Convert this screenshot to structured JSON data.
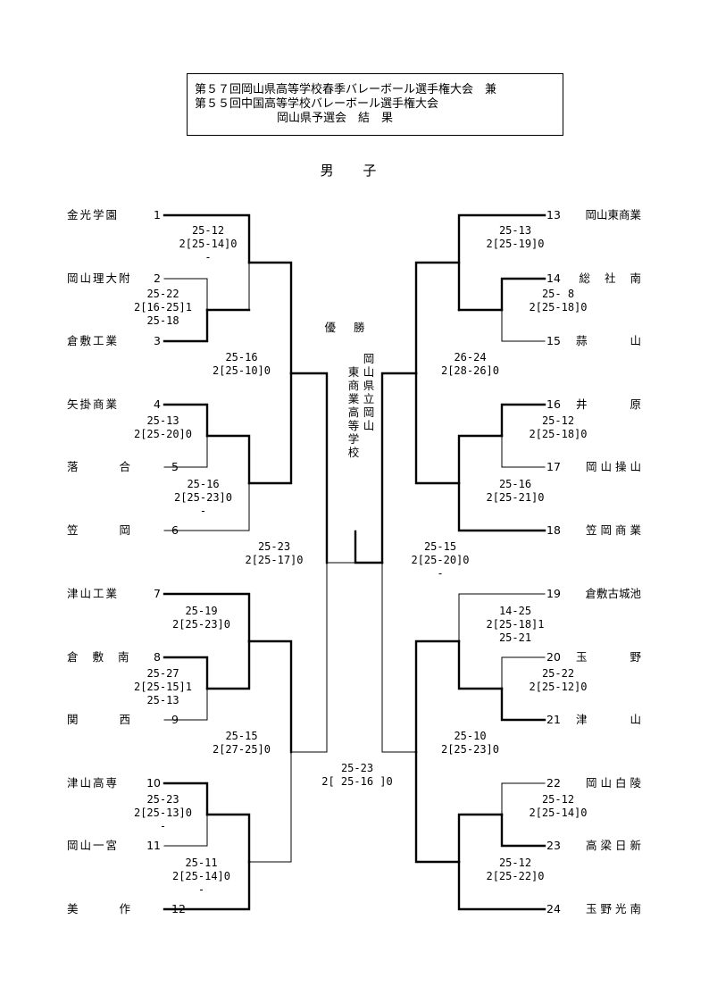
{
  "header": {
    "line1": "第５７回岡山県高等学校春季バレーボール選手権大会　兼",
    "line2": "第５５回中国高等学校バレーボール選手権大会",
    "line3": "岡山県予選会　結　果"
  },
  "division": "男 子",
  "champion": {
    "label": "優 勝",
    "col1": "岡山県立岡山",
    "col2": "東商業高等学校"
  },
  "left_teams": [
    {
      "name": "金光学園",
      "seed": "1"
    },
    {
      "name": "岡山理大附",
      "seed": "2"
    },
    {
      "name": "倉敷工業",
      "seed": "3"
    },
    {
      "name": "矢掛商業",
      "seed": "4"
    },
    {
      "name": "落合",
      "seed": "5"
    },
    {
      "name": "笠岡",
      "seed": "6"
    },
    {
      "name": "津山工業",
      "seed": "7"
    },
    {
      "name": "倉敷南",
      "seed": "8"
    },
    {
      "name": "関西",
      "seed": "9"
    },
    {
      "name": "津山高専",
      "seed": "10"
    },
    {
      "name": "岡山一宮",
      "seed": "11"
    },
    {
      "name": "美作",
      "seed": "12"
    }
  ],
  "right_teams": [
    {
      "name": "岡山東商業",
      "seed": "13"
    },
    {
      "name": "総社南",
      "seed": "14"
    },
    {
      "name": "蒜山",
      "seed": "15"
    },
    {
      "name": "井原",
      "seed": "16"
    },
    {
      "name": "岡山操山",
      "seed": "17"
    },
    {
      "name": "笠岡商業",
      "seed": "18"
    },
    {
      "name": "倉敷古城池",
      "seed": "19"
    },
    {
      "name": "玉野",
      "seed": "20"
    },
    {
      "name": "津山",
      "seed": "21"
    },
    {
      "name": "岡山白陵",
      "seed": "22"
    },
    {
      "name": "高梁日新",
      "seed": "23"
    },
    {
      "name": "玉野光南",
      "seed": "24"
    }
  ],
  "scores": {
    "l1": [
      "25-12",
      "2[25-14]0",
      "-"
    ],
    "l2": [
      "25-22",
      "2[16-25]1",
      "25-18"
    ],
    "l3": [
      "25-16",
      "2[25-10]0"
    ],
    "l4": [
      "25-13",
      "2[25-20]0"
    ],
    "l5": [
      "25-16",
      "2[25-23]0",
      "-"
    ],
    "l6": [
      "25-23",
      "2[25-17]0"
    ],
    "l7": [
      "25-19",
      "2[25-23]0"
    ],
    "l8": [
      "25-27",
      "2[25-15]1",
      "25-13"
    ],
    "l9": [
      "25-15",
      "2[27-25]0"
    ],
    "l10": [
      "25-23",
      "2[25-13]0",
      "-"
    ],
    "l11": [
      "25-11",
      "2[25-14]0",
      "-"
    ],
    "final": [
      "25-23",
      "2[ 25-16 ]0"
    ],
    "r1": [
      "25-13",
      "2[25-19]0"
    ],
    "r2": [
      "25- 8",
      "2[25-18]0"
    ],
    "r3": [
      "26-24",
      "2[28-26]0"
    ],
    "r4": [
      "25-12",
      "2[25-18]0"
    ],
    "r5": [
      "25-16",
      "2[25-21]0"
    ],
    "r6": [
      "25-15",
      "2[25-20]0",
      "-"
    ],
    "r7": [
      "14-25",
      "2[25-18]1",
      "25-21"
    ],
    "r8": [
      "25-22",
      "2[25-12]0"
    ],
    "r9": [
      "25-10",
      "2[25-23]0"
    ],
    "r10": [
      "25-12",
      "2[25-14]0"
    ],
    "r11": [
      "25-12",
      "2[25-22]0"
    ]
  }
}
